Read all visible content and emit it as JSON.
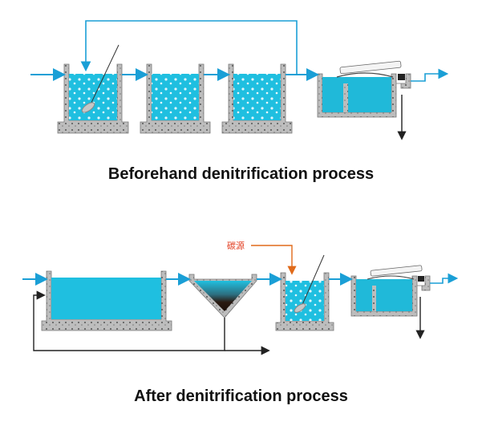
{
  "captions": {
    "before": "Beforehand denitrification process",
    "after": "After denitrification process"
  },
  "labels": {
    "carbon_source": "碳源"
  },
  "colors": {
    "flow_arrow": "#1a9fd6",
    "water": "#20c0e0",
    "concrete": "#c8c8c8",
    "sludge": "#2a1a12",
    "return_line": "#333333",
    "carbon_arrow": "#e06a1a"
  }
}
